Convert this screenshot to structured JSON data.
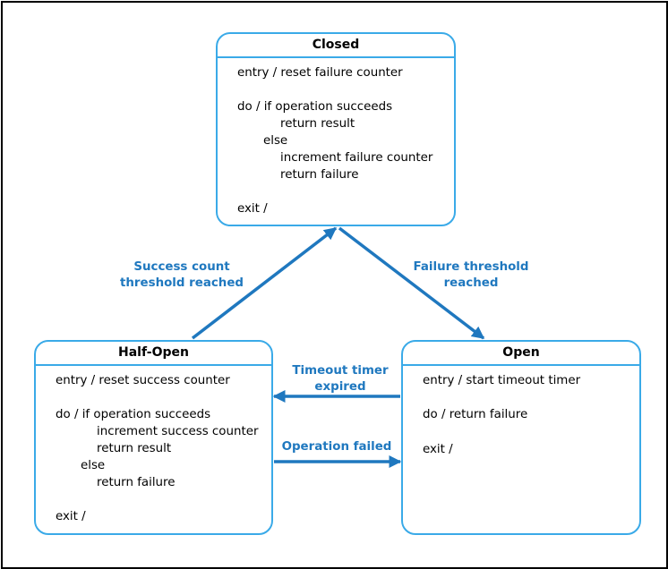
{
  "colors": {
    "state_border": "#3aaae8",
    "arrow": "#1f78bf",
    "label": "#1f78bf"
  },
  "states": {
    "closed": {
      "title": "Closed",
      "lines": [
        "entry / reset failure counter",
        "do / if operation succeeds",
        "return result",
        "else",
        "increment failure counter",
        "return failure",
        "exit /"
      ]
    },
    "half_open": {
      "title": "Half-Open",
      "lines": [
        "entry / reset success counter",
        "do / if operation succeeds",
        "increment success counter",
        "return result",
        "else",
        "return failure",
        "exit /"
      ]
    },
    "open": {
      "title": "Open",
      "lines": [
        "entry / start timeout timer",
        "do / return failure",
        "exit /"
      ]
    }
  },
  "transitions": {
    "success_count": {
      "line1": "Success count",
      "line2": "threshold reached"
    },
    "failure_threshold": {
      "line1": "Failure threshold",
      "line2": "reached"
    },
    "timeout_timer": {
      "line1": "Timeout timer",
      "line2": "expired"
    },
    "operation_failed": {
      "line1": "Operation failed"
    }
  }
}
